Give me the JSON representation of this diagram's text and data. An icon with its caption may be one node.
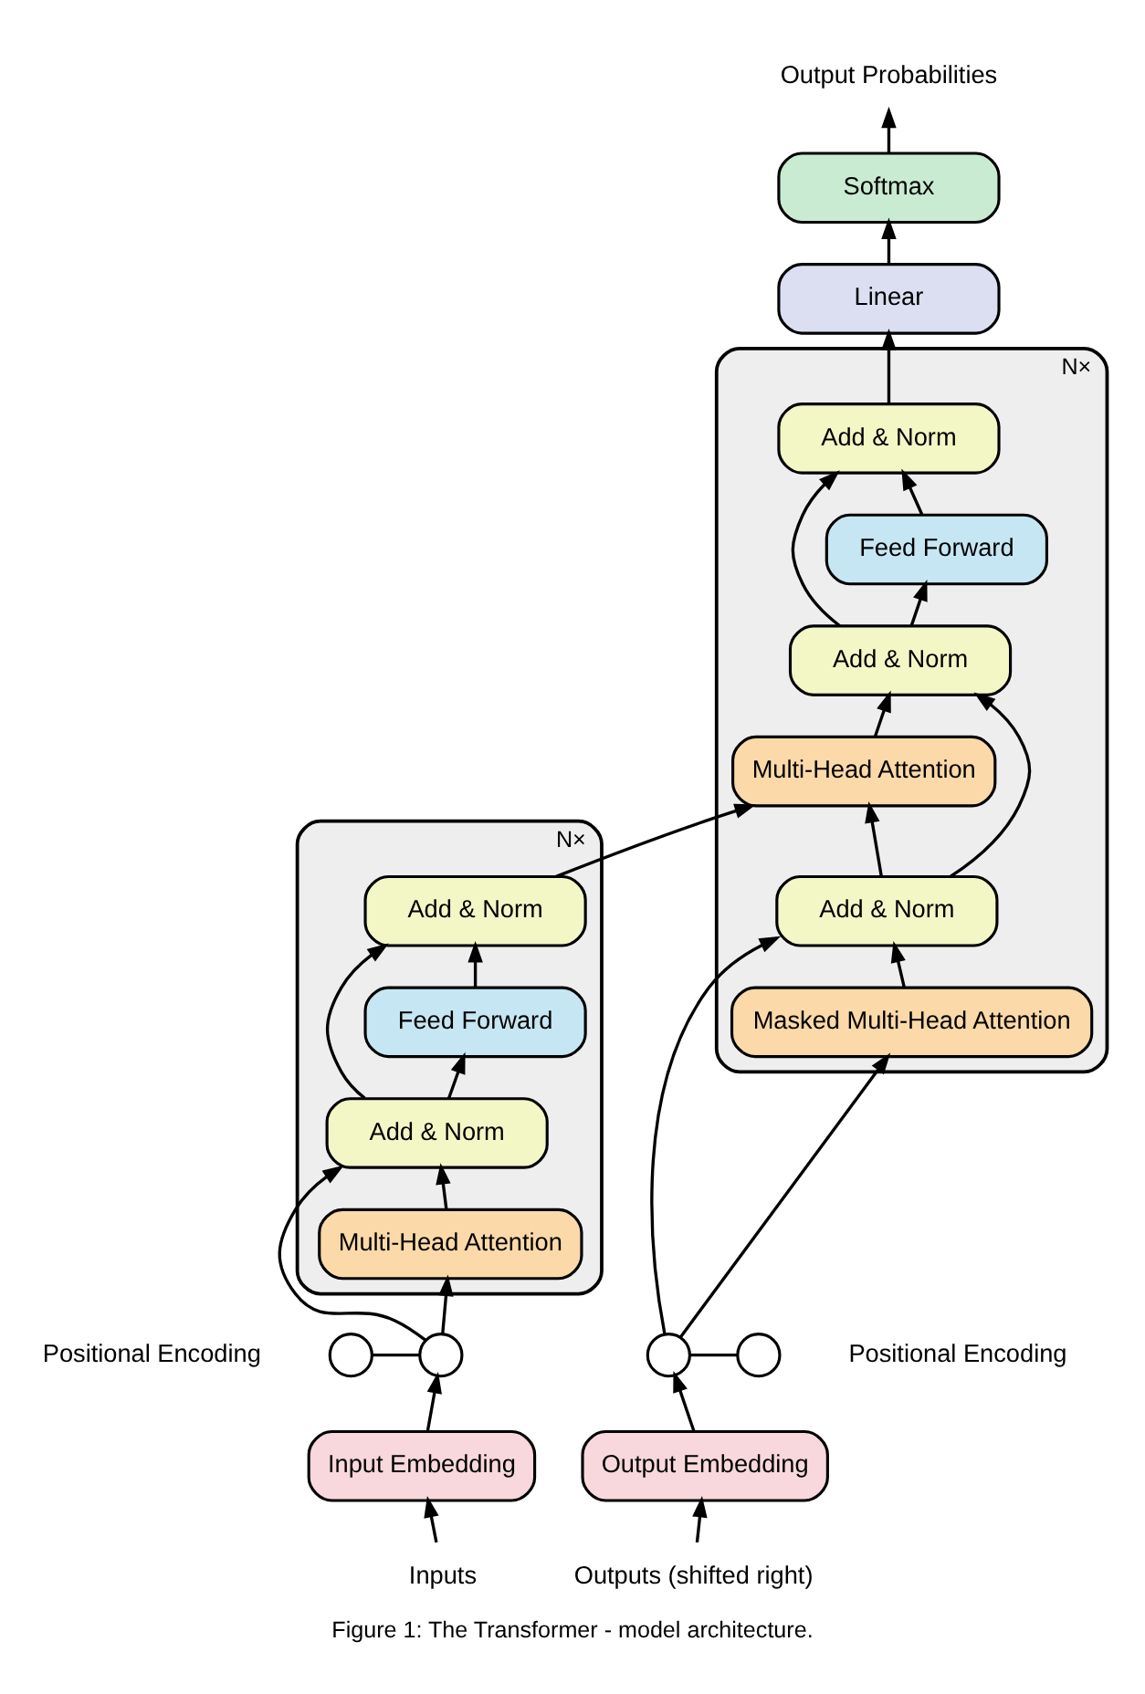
{
  "diagram": {
    "caption": "Figure 1: The Transformer - model architecture.",
    "nodes": [
      {
        "text": [],
        "shape": "box",
        "beside": [
          "N×"
        ]
      },
      {
        "text": [
          "Add & Norm"
        ],
        "in": 0
      },
      {
        "text": [
          "Feed Forward"
        ],
        "in": 0
      },
      {
        "text": [
          "Add & Norm"
        ],
        "in": 0
      },
      {
        "text": [
          "Multi-Head Attention"
        ],
        "in": 0
      },
      {
        "text": [],
        "shape": "box",
        "beside": [
          "N×"
        ]
      },
      {
        "text": [
          "Add & Norm"
        ],
        "in": 5
      },
      {
        "text": [
          "Feed Forward"
        ],
        "in": 5
      },
      {
        "text": [
          "Add & Norm"
        ],
        "in": 5
      },
      {
        "text": [
          "Multi-Head Attention"
        ],
        "in": 5
      },
      {
        "text": [
          "Add & Norm"
        ],
        "in": 5
      },
      {
        "text": [
          "Masked Multi-Head Attention"
        ],
        "in": 5
      },
      {
        "text": [
          "Output Probabilities"
        ]
      },
      {
        "text": [
          "Softmax"
        ]
      },
      {
        "text": [
          "Linear"
        ]
      },
      {
        "text": [
          "Input Embedding"
        ]
      },
      {
        "text": [
          "Output Embedding"
        ]
      },
      {
        "text": [
          "Inputs"
        ]
      },
      {
        "text": [
          "Outputs (shifted right)"
        ]
      },
      {
        "text": [],
        "shape": "circle"
      },
      {
        "text": [],
        "shape": "circle",
        "beside": [
          "Positional Encoding"
        ]
      },
      {
        "text": [],
        "shape": "circle"
      },
      {
        "text": [],
        "shape": "circle",
        "beside": [
          "Positional Encoding"
        ]
      }
    ],
    "edges": [
      {
        "from": 17,
        "to": 15,
        "arrow": "to"
      },
      {
        "from": 15,
        "to": 19,
        "arrow": "to"
      },
      {
        "from": 20,
        "to": 19,
        "arrow": "none"
      },
      {
        "from": 19,
        "to": 4,
        "arrow": "to"
      },
      {
        "from": 19,
        "to": 3,
        "arrow": "to"
      },
      {
        "from": 4,
        "to": 3,
        "arrow": "to"
      },
      {
        "from": 3,
        "to": 2,
        "arrow": "to"
      },
      {
        "from": 3,
        "to": 1,
        "arrow": "to"
      },
      {
        "from": 2,
        "to": 1,
        "arrow": "to"
      },
      {
        "from": 1,
        "to": 9,
        "arrow": "to"
      },
      {
        "from": 18,
        "to": 16,
        "arrow": "to"
      },
      {
        "from": 16,
        "to": 21,
        "arrow": "to"
      },
      {
        "from": 21,
        "to": 22,
        "arrow": "none"
      },
      {
        "from": 21,
        "to": 11,
        "arrow": "to"
      },
      {
        "from": 21,
        "to": 10,
        "arrow": "to"
      },
      {
        "from": 11,
        "to": 10,
        "arrow": "to"
      },
      {
        "from": 10,
        "to": 9,
        "arrow": "to"
      },
      {
        "from": 10,
        "to": 8,
        "arrow": "to"
      },
      {
        "from": 9,
        "to": 8,
        "arrow": "to"
      },
      {
        "from": 8,
        "to": 7,
        "arrow": "to"
      },
      {
        "from": 8,
        "to": 6,
        "arrow": "to"
      },
      {
        "from": 7,
        "to": 6,
        "arrow": "to"
      },
      {
        "from": 6,
        "to": 14,
        "arrow": "to"
      },
      {
        "from": 14,
        "to": 13,
        "arrow": "to"
      },
      {
        "from": 13,
        "to": 12,
        "arrow": "to"
      }
    ]
  }
}
